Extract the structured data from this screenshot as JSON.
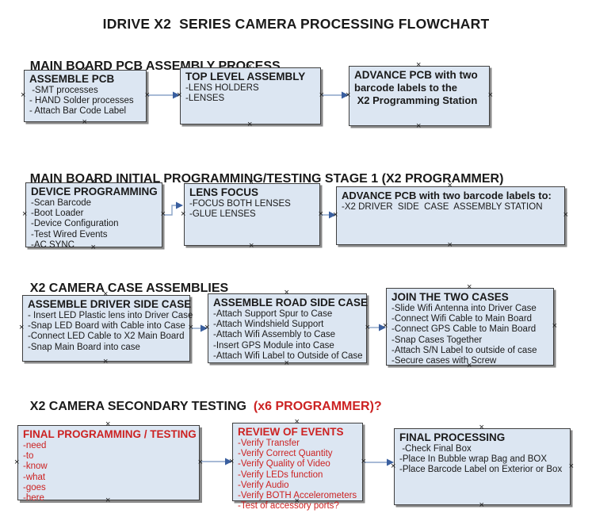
{
  "title": "IDRIVE X2  SERIES CAMERA PROCESSING FLOWCHART",
  "colors": {
    "box_fill": "#dce6f2",
    "box_border": "#3f3f3f",
    "box_shadow": "#8a8a8a",
    "connector_line": "#8aa4c8",
    "connector_arrow": "#3a5f9f",
    "red_text": "#cc2222",
    "black_text": "#1a1a1a"
  },
  "icons": {
    "connection_handle": "×",
    "arrow": "right-arrowhead"
  },
  "sections": [
    {
      "heading": "MAIN BOARD PCB ASSEMBLY PROCESS",
      "heading_red": "",
      "boxes": [
        {
          "title": "ASSEMBLE PCB",
          "items": [
            " -SMT processes",
            "- HAND Solder processes",
            "- Attach Bar Code Label"
          ]
        },
        {
          "title": "TOP LEVEL ASSEMBLY",
          "items": [
            "-LENS HOLDERS",
            "-LENSES"
          ]
        },
        {
          "title": "ADVANCE PCB with two",
          "items": [
            "barcode labels to the",
            " X2 Programming Station"
          ]
        }
      ]
    },
    {
      "heading": "MAIN BOARD INITIAL PROGRAMMING/TESTING STAGE 1 (X2 PROGRAMMER)",
      "heading_red": "",
      "boxes": [
        {
          "title": "DEVICE PROGRAMMING",
          "items": [
            "-Scan Barcode",
            "-Boot Loader",
            "-Device Configuration",
            "-Test Wired Events",
            "-AC SYNC"
          ]
        },
        {
          "title": "LENS FOCUS",
          "items": [
            "-FOCUS BOTH LENSES",
            "-GLUE LENSES"
          ]
        },
        {
          "title": "ADVANCE PCB with two barcode labels to:",
          "items": [
            "-X2 DRIVER  SIDE  CASE  ASSEMBLY STATION"
          ]
        }
      ]
    },
    {
      "heading": "X2 CAMERA CASE ASSEMBLIES",
      "heading_red": "",
      "boxes": [
        {
          "title": "ASSEMBLE DRIVER SIDE CASE",
          "items": [
            "- Insert LED Plastic lens into Driver Case",
            "-Snap LED Board with Cable into Case",
            "-Connect LED Cable to X2 Main Board",
            "-Snap Main Board into case"
          ]
        },
        {
          "title": "ASSEMBLE ROAD SIDE CASE",
          "items": [
            "-Attach Support Spur to Case",
            "-Attach Windshield Support",
            "-Attach Wifi Assembly to Case",
            "-Insert GPS Module into Case",
            "-Attach Wifi Label to Outside of Case"
          ]
        },
        {
          "title": "JOIN THE TWO CASES",
          "items": [
            "-Slide Wifi Antenna into Driver Case",
            "-Connect Wifi Cable to Main Board",
            "-Connect GPS Cable to Main Board",
            "-Snap Cases Together",
            "-Attach S/N Label to outside of case",
            "-Secure cases with Screw"
          ]
        }
      ]
    },
    {
      "heading": "X2 CAMERA SECONDARY TESTING  ",
      "heading_red": "(x6 PROGRAMMER)?",
      "boxes": [
        {
          "title": "FINAL PROGRAMMING / TESTING",
          "items": [
            "-need",
            "-to",
            "-know",
            "-what",
            "-goes",
            "-here"
          ]
        },
        {
          "title": "REVIEW OF EVENTS",
          "items": [
            "-Verify Transfer",
            "-Verify Correct Quantity",
            "-Verify Quality of Video",
            "-Verify LEDs function",
            "-Verify Audio",
            "-Verify BOTH Accelerometers",
            "-Test of accessory ports?"
          ]
        },
        {
          "title": "FINAL PROCESSING",
          "items": [
            " -Check Final Box",
            "-Place In Bubble wrap Bag and BOX",
            "-Place Barcode Label on Exterior or Box"
          ]
        }
      ]
    }
  ]
}
